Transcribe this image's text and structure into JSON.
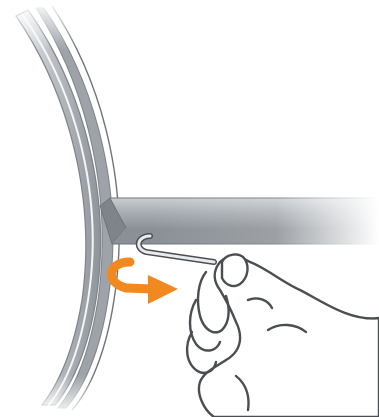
{
  "illustration": {
    "depicts": [
      "drum-rim",
      "support-rail",
      "hook-lever",
      "hand",
      "rotation-arrow"
    ],
    "colors": {
      "rim_dark": "#8f949b",
      "rim_mid": "#b9bdc2",
      "rim_light": "#e6e8ea",
      "rail_dark": "#9aa0a6",
      "rail_light": "#eef0f2",
      "outline": "#4a4d52",
      "hand_fill": "#ffffff",
      "arrow": "#f0891f"
    }
  }
}
